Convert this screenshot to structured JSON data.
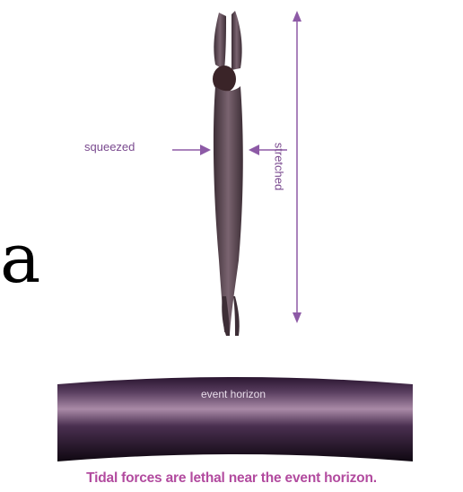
{
  "labels": {
    "squeezed": "squeezed",
    "stretched": "stretched",
    "event_horizon": "event horizon",
    "partial_glyph": "a"
  },
  "caption": "Tidal forces are lethal near the event horizon.",
  "colors": {
    "accent": "#b24b9f",
    "arrow": "#8d5aa6",
    "figure": "#5b4652",
    "horizon_dark": "#1a0d1d"
  },
  "icons": [
    "arrow-right-icon",
    "arrow-left-icon",
    "double-arrow-vertical-icon"
  ]
}
